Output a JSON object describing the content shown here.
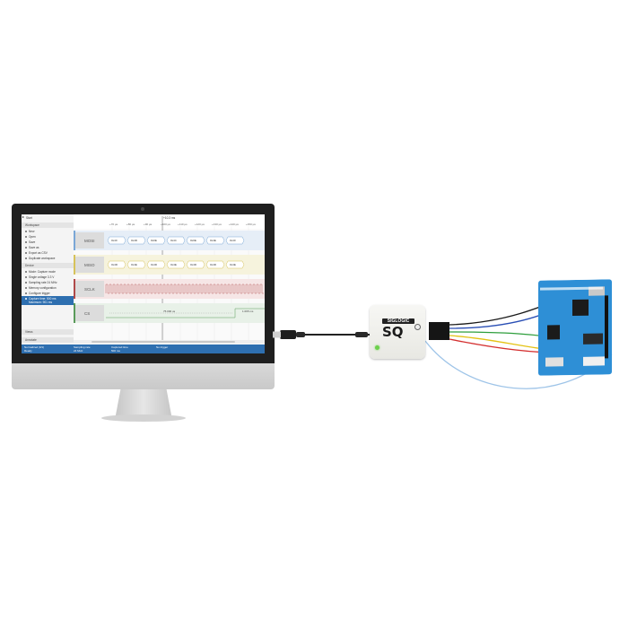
{
  "screen": {
    "sidebar": {
      "top_item": "Start",
      "sections": [
        {
          "label": "Workspace"
        },
        {
          "label": "Device"
        },
        {
          "label": "Views"
        },
        {
          "label": "Annotate"
        }
      ],
      "workspace_items": [
        "New",
        "Open",
        "Save",
        "Save as",
        "Export as CSV",
        "Duplicate workspace"
      ],
      "device_items": [
        "Mode: Capture mode",
        "Single voltage 3.3 V",
        "Sampling rate 24 MHz",
        "Memory configuration",
        "Configure trigger"
      ],
      "selected_item": "Capture time: 500 ms",
      "selected_subtext": "Maximum: 901 ms"
    },
    "timeline": {
      "cursor_label": "+10.3 ms",
      "ticks": [
        "+70 µs",
        "+80 µs",
        "+90 µs",
        "+100 µs",
        "+110 µs",
        "+120 µs",
        "+130 µs",
        "+140 µs",
        "+150 µs"
      ]
    },
    "channels": [
      {
        "name": "MOSI",
        "color": "#7aa7d6",
        "bg": "#e6eef7",
        "bytes": [
          "0x40",
          "0x4D",
          "0x0E",
          "0x44",
          "0x0E",
          "0x4E",
          "0x40"
        ]
      },
      {
        "name": "MISO",
        "color": "#d6c25a",
        "bg": "#f6f3dd",
        "bytes": [
          "0x4D",
          "0x4E",
          "0x4D",
          "0x4E",
          "0x4D",
          "0x4D",
          "0x4E"
        ]
      },
      {
        "name": "SCLK",
        "color": "#b04a4a",
        "bg": "#f6e6e6"
      },
      {
        "name": "CS",
        "color": "#5a9a5a",
        "bg": "#e8f1e8",
        "measure_1": "75.000 us",
        "measure_2": "1.065 ms"
      }
    ],
    "statusbar": {
      "col1_head": "Normalized (0/1)",
      "col1_val": "Ready",
      "col2_head": "Sampling rate",
      "col2_val": "24 MHz",
      "col3_head": "Captured time",
      "col3_val": "500 ms",
      "col4_head": "No trigger",
      "col4_val": ""
    }
  },
  "analyzer": {
    "brand": "SIGLOGIC",
    "model": "SQ",
    "led_color": "#6cd04c"
  },
  "wires": [
    {
      "name": "black",
      "color": "#1a1a1a"
    },
    {
      "name": "blue",
      "color": "#2a4fb5"
    },
    {
      "name": "green",
      "color": "#2e9e3c"
    },
    {
      "name": "yellow",
      "color": "#e4c214"
    },
    {
      "name": "red",
      "color": "#d43030"
    },
    {
      "name": "probe",
      "color": "#9ec4e8"
    }
  ]
}
